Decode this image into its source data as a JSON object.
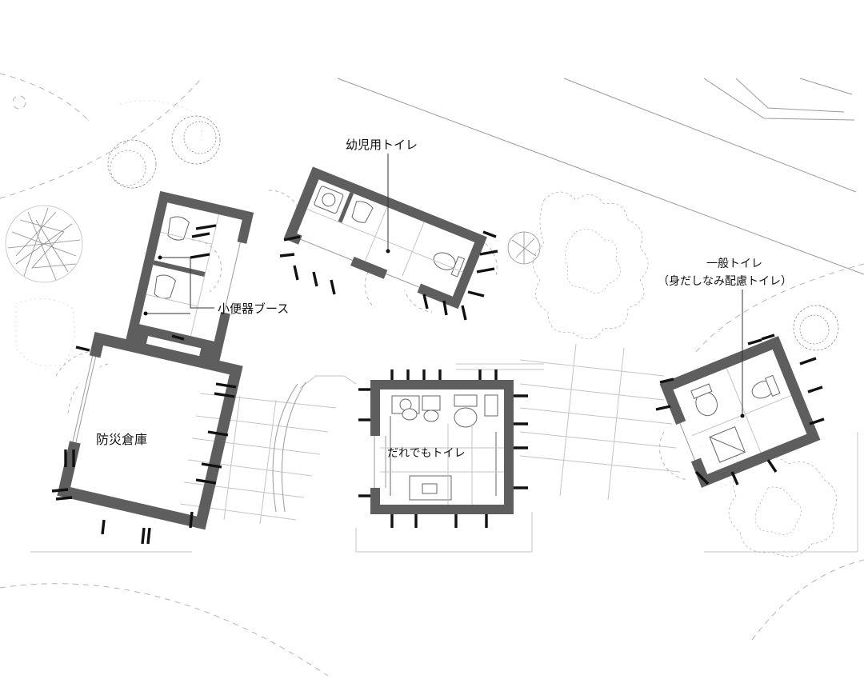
{
  "labels": {
    "infant_toilet": "幼児用トイレ",
    "urinal_booth": "小便器ブース",
    "disaster_storage": "防災倉庫",
    "universal_toilet": "だれでもトイレ",
    "general_toilet_line1": "一般トイレ",
    "general_toilet_line2": "（身だしなみ配慮トイレ）"
  },
  "colors": {
    "wall": "#5e5e5e",
    "text": "#111111",
    "lines": "#9a9a9a"
  }
}
